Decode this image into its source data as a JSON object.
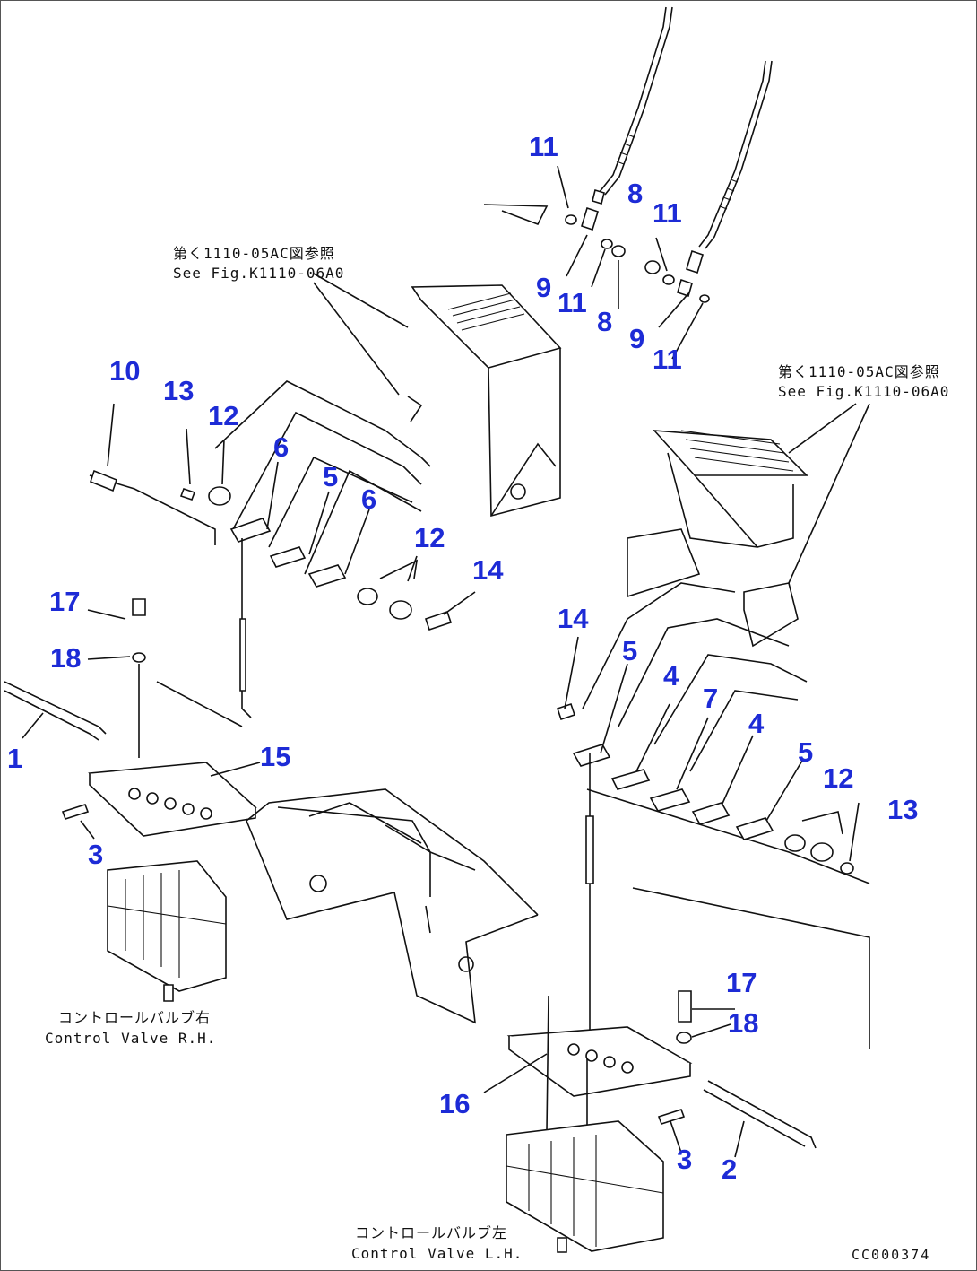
{
  "callouts": [
    {
      "id": "c11a",
      "text": "11"
    },
    {
      "id": "c8a",
      "text": "8"
    },
    {
      "id": "c11b",
      "text": "11"
    },
    {
      "id": "c9a",
      "text": "9"
    },
    {
      "id": "c11c",
      "text": "11"
    },
    {
      "id": "c8b",
      "text": "8"
    },
    {
      "id": "c9b",
      "text": "9"
    },
    {
      "id": "c11d",
      "text": "11"
    },
    {
      "id": "c10",
      "text": "10"
    },
    {
      "id": "c13a",
      "text": "13"
    },
    {
      "id": "c12a",
      "text": "12"
    },
    {
      "id": "c6a",
      "text": "6"
    },
    {
      "id": "c5a",
      "text": "5"
    },
    {
      "id": "c6b",
      "text": "6"
    },
    {
      "id": "c12b",
      "text": "12"
    },
    {
      "id": "c14a",
      "text": "14"
    },
    {
      "id": "c17a",
      "text": "17"
    },
    {
      "id": "c18a",
      "text": "18"
    },
    {
      "id": "c1",
      "text": "1"
    },
    {
      "id": "c15",
      "text": "15"
    },
    {
      "id": "c3a",
      "text": "3"
    },
    {
      "id": "c14b",
      "text": "14"
    },
    {
      "id": "c5b",
      "text": "5"
    },
    {
      "id": "c4a",
      "text": "4"
    },
    {
      "id": "c7",
      "text": "7"
    },
    {
      "id": "c4b",
      "text": "4"
    },
    {
      "id": "c5c",
      "text": "5"
    },
    {
      "id": "c12c",
      "text": "12"
    },
    {
      "id": "c13b",
      "text": "13"
    },
    {
      "id": "c17b",
      "text": "17"
    },
    {
      "id": "c18b",
      "text": "18"
    },
    {
      "id": "c16",
      "text": "16"
    },
    {
      "id": "c3b",
      "text": "3"
    },
    {
      "id": "c2",
      "text": "2"
    }
  ],
  "notes": {
    "ref_left_jp": "第く1110-05AC図参照",
    "ref_left_en": "See Fig.K1110-06A0",
    "ref_right_jp": "第く1110-05AC図参照",
    "ref_right_en": "See Fig.K1110-06A0",
    "valve_rh_jp": "コントロールバルブ右",
    "valve_rh_en": "Control Valve R.H.",
    "valve_lh_jp": "コントロールバルブ左",
    "valve_lh_en": "Control Valve L.H."
  },
  "drawing_code": "CC000374",
  "colors": {
    "callout": "#1d2bd6",
    "line": "#111111",
    "background": "#ffffff"
  }
}
